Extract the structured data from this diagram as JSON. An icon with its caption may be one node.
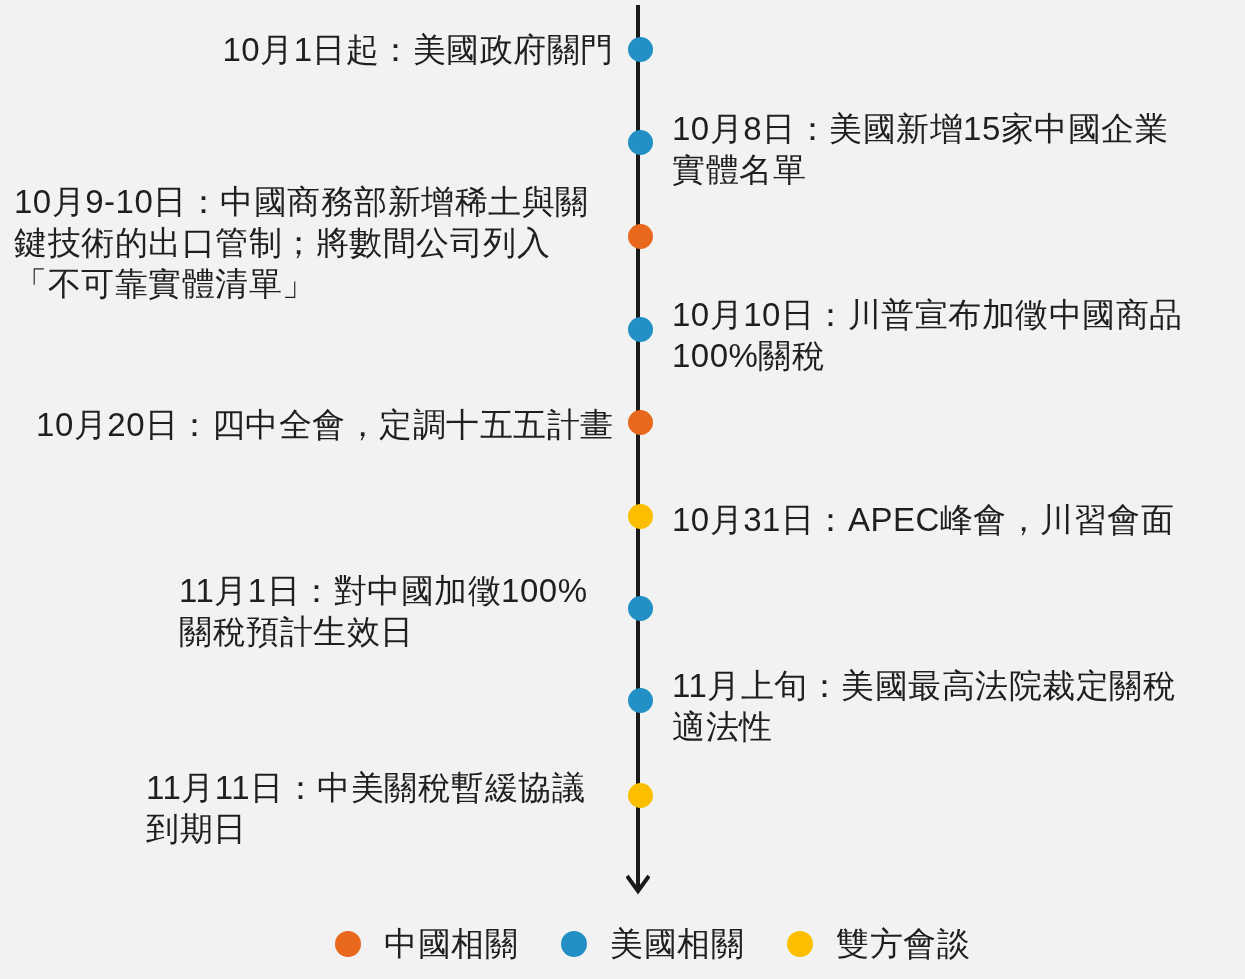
{
  "diagram": {
    "nodes": [
      {
        "text": [],
        "shape": "circle",
        "beside": [
          "10月1日起：美國政府關門"
        ]
      },
      {
        "text": [],
        "shape": "circle",
        "beside": [
          "10月8日：美國新增15家中國企業實體名單"
        ]
      },
      {
        "text": [],
        "shape": "circle",
        "beside": [
          "10月9-10日：中國商務部新增稀土與關鍵技術的出口管制；將數間公司列入「不可靠實體清單」"
        ]
      },
      {
        "text": [],
        "shape": "circle",
        "beside": [
          "10月10日：川普宣布加徵中國商品100%關稅"
        ]
      },
      {
        "text": [],
        "shape": "circle",
        "beside": [
          "10月20日：四中全會，定調十五五計畫"
        ]
      },
      {
        "text": [],
        "shape": "circle",
        "beside": [
          "10月31日：APEC峰會，川習會面"
        ]
      },
      {
        "text": [],
        "shape": "circle",
        "beside": [
          "11月1日：對中國加徵100%關稅預計生效日"
        ]
      },
      {
        "text": [],
        "shape": "circle",
        "beside": [
          "11月上旬：美國最高法院裁定關稅適法性"
        ]
      },
      {
        "text": [],
        "shape": "circle",
        "beside": [
          "11月11日：中美關稅暫緩協議到期日"
        ]
      }
    ],
    "legend": [
      {
        "text": "中國相關",
        "color": "#e8691e"
      },
      {
        "text": "美國相關",
        "color": "#2290c4"
      },
      {
        "text": "雙方會談",
        "color": "#fcbf00"
      }
    ]
  }
}
